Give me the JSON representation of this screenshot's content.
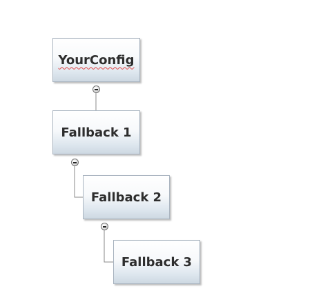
{
  "diagram": {
    "nodes": [
      {
        "id": "root",
        "label": "YourConfig",
        "spell_flag": true
      },
      {
        "id": "fb1",
        "label": "Fallback 1",
        "spell_flag": false
      },
      {
        "id": "fb2",
        "label": "Fallback 2",
        "spell_flag": false
      },
      {
        "id": "fb3",
        "label": "Fallback 3",
        "spell_flag": false
      }
    ],
    "edges": [
      {
        "from": "root",
        "to": "fb1"
      },
      {
        "from": "fb1",
        "to": "fb2"
      },
      {
        "from": "fb2",
        "to": "fb3"
      }
    ],
    "toggle_state": "collapse"
  }
}
